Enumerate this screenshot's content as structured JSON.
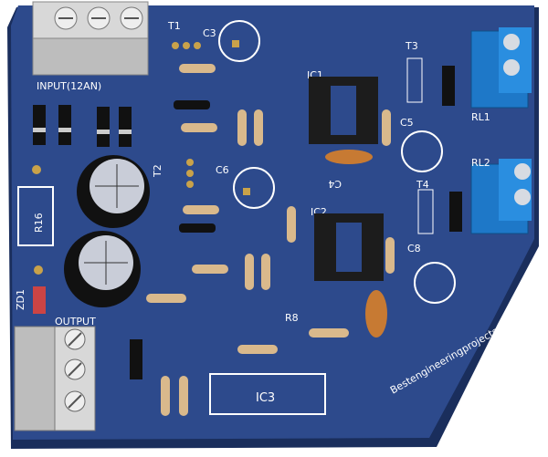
{
  "board": {
    "background": "#ffffff",
    "pcb_color": "#2d4a8c",
    "pcb_edge_color": "#1a2e5c",
    "silk_color": "#ffffff",
    "pad_color": "#c9a24a",
    "terminal_block_color": "#1e78c8",
    "ic_socket_color": "#1c1c1c"
  },
  "labels": {
    "input": "INPUT(12AN)",
    "output": "OUTPUT",
    "t1": "T1",
    "t2": "T2",
    "t3": "T3",
    "t4": "T4",
    "c3": "C3",
    "c4": "C4",
    "c5": "C5",
    "c6": "C6",
    "c8": "C8",
    "ic1": "IC1",
    "ic2": "IC2",
    "ic3": "IC3",
    "r16": "R16",
    "r8": "R8",
    "zd1": "ZD1",
    "rl1": "RL1",
    "rl2": "RL2",
    "watermark": "Bestengineeringprojects"
  }
}
